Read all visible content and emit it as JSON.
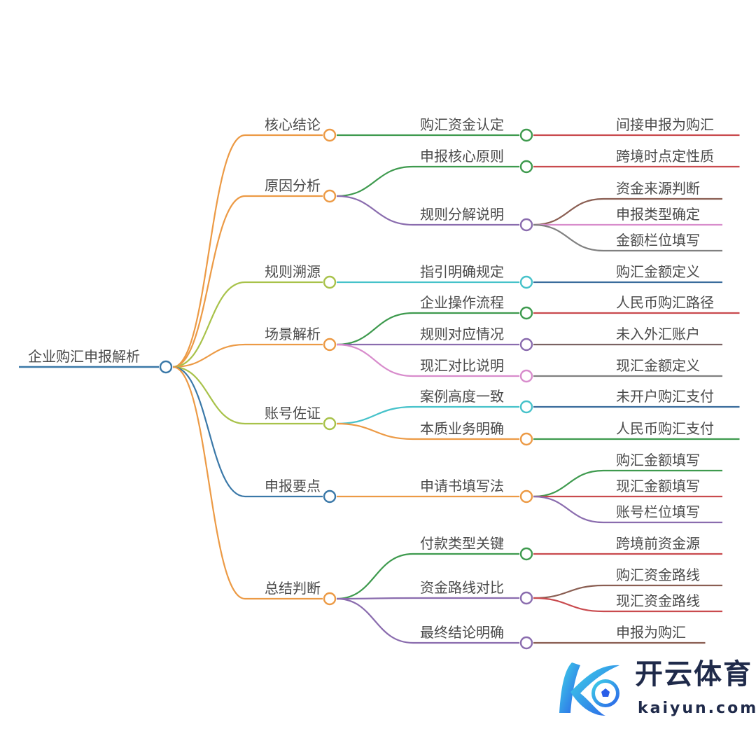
{
  "root": {
    "label": "企业购汇申报解析",
    "color": "#3a78a8"
  },
  "branches": [
    {
      "label": "核心结论",
      "color": "#ec9a45",
      "children": [
        {
          "label": "购汇资金认定",
          "color": "#3e9a4e",
          "children": [
            {
              "label": "间接申报为购汇",
              "color": "#c94a4e"
            }
          ]
        }
      ]
    },
    {
      "label": "原因分析",
      "color": "#ec9a45",
      "children": [
        {
          "label": "申报核心原则",
          "color": "#3e9a4e",
          "children": [
            {
              "label": "跨境时点定性质",
              "color": "#c94a4e"
            }
          ]
        },
        {
          "label": "规则分解说明",
          "color": "#8a6cae",
          "children": [
            {
              "label": "资金来源判断",
              "color": "#8a5e52"
            },
            {
              "label": "申报类型确定",
              "color": "#d88ccc"
            },
            {
              "label": "金额栏位填写",
              "color": "#808080"
            }
          ]
        }
      ]
    },
    {
      "label": "规则溯源",
      "color": "#a8c24a",
      "children": [
        {
          "label": "指引明确规定",
          "color": "#46c2ca",
          "children": [
            {
              "label": "购汇金额定义",
              "color": "#3a6c9c"
            }
          ]
        }
      ]
    },
    {
      "label": "场景解析",
      "color": "#ec9a45",
      "children": [
        {
          "label": "企业操作流程",
          "color": "#3e9a4e",
          "children": [
            {
              "label": "人民币购汇路径",
              "color": "#c94a4e"
            }
          ]
        },
        {
          "label": "规则对应情况",
          "color": "#8a6cae",
          "children": [
            {
              "label": "未入外汇账户",
              "color": "#7a6262"
            }
          ]
        },
        {
          "label": "现汇对比说明",
          "color": "#d88ccc",
          "children": [
            {
              "label": "现汇金额定义",
              "color": "#808080"
            }
          ]
        }
      ]
    },
    {
      "label": "账号佐证",
      "color": "#a8c24a",
      "children": [
        {
          "label": "案例高度一致",
          "color": "#46c2ca",
          "children": [
            {
              "label": "未开户购汇支付",
              "color": "#3a6c9c"
            }
          ]
        },
        {
          "label": "本质业务明确",
          "color": "#ec9a45",
          "children": [
            {
              "label": "人民币购汇支付",
              "color": "#3e9a4e"
            }
          ]
        }
      ]
    },
    {
      "label": "申报要点",
      "color": "#3a78a8",
      "children": [
        {
          "label": "申请书填写法",
          "color": "#ec9a45",
          "children": [
            {
              "label": "购汇金额填写",
              "color": "#3e9a4e"
            },
            {
              "label": "现汇金额填写",
              "color": "#c94a4e"
            },
            {
              "label": "账号栏位填写",
              "color": "#8a6cae"
            }
          ]
        }
      ]
    },
    {
      "label": "总结判断",
      "color": "#ec9a45",
      "children": [
        {
          "label": "付款类型关键",
          "color": "#3e9a4e",
          "children": [
            {
              "label": "跨境前资金源",
              "color": "#c94a4e"
            }
          ]
        },
        {
          "label": "资金路线对比",
          "color": "#8a6cae",
          "children": [
            {
              "label": "购汇资金路线",
              "color": "#8a5e52"
            },
            {
              "label": "现汇资金路线",
              "color": "#c94a4e"
            }
          ]
        },
        {
          "label": "最终结论明确",
          "color": "#8a6cae",
          "children": [
            {
              "label": "申报为购汇",
              "color": "#8a5e52"
            }
          ]
        }
      ]
    }
  ],
  "logo": {
    "name_cn": "开云体育",
    "domain": "kaiyun.com"
  }
}
